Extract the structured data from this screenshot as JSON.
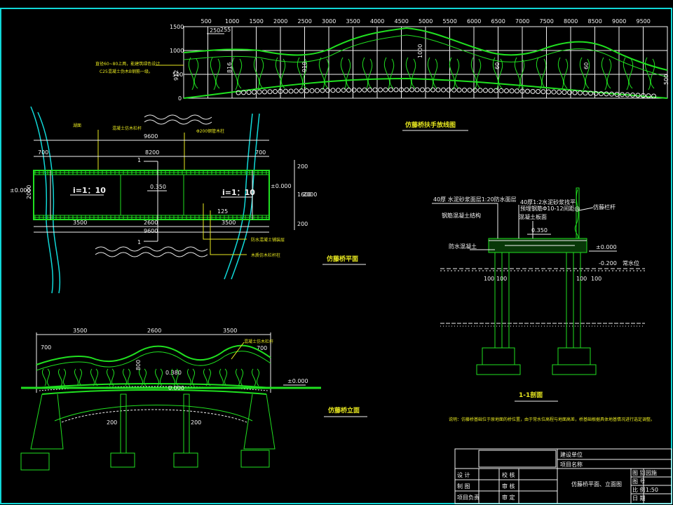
{
  "scale_labels": [
    "500",
    "1000",
    "1500",
    "2000",
    "2500",
    "3000",
    "3500",
    "4000",
    "4500",
    "5000",
    "5500",
    "6000",
    "6500",
    "7000",
    "7500",
    "8000",
    "8500",
    "9000",
    "9500"
  ],
  "y_labels": [
    "1500",
    "1000",
    "500",
    "0"
  ],
  "elevation_marks": {
    "m250": "250",
    "m255": "255",
    "m816": "816",
    "m1000": "1000",
    "m910": "910",
    "m200": "200",
    "m60_a": "60",
    "m60_b": "60",
    "m50": "500",
    "m_left": "912"
  },
  "elevation_note": [
    "直径60~80上两，能建筑绿色设计",
    "C25混凝土伪木B钢筋一级。"
  ],
  "plan": {
    "title": "仿藤桥平面",
    "water_label": "湖面",
    "note_top": "混凝土仿木栏杆",
    "pipe_label": "Φ200钢管木柱",
    "dims": {
      "total_top": "9600",
      "left": "700",
      "mid": "8200",
      "right": "700",
      "bot_left": "3500",
      "bot_mid": "2600",
      "bot_right": "3500",
      "total_bot": "9600",
      "d125": "125",
      "h200a": "200",
      "h1600": "1600",
      "h2000": "2000",
      "h200b": "200",
      "w2000": "2000"
    },
    "slope_left": "i=1：10",
    "slope_right": "i=1：10",
    "elev_mid": "0.350",
    "elev_left": "±0.000",
    "elev_right": "±0.000",
    "section_mark_top": "1",
    "section_mark_bot": "1",
    "callout_a": "防水混凝土铺装层",
    "callout_b": "木质仿木栏杆柱"
  },
  "elevation": {
    "title": "仿藤桥立面",
    "callout": "混凝土仿木栏杆",
    "dims": {
      "a": "3500",
      "b": "2600",
      "c": "3500",
      "d700a": "700",
      "d700b": "700",
      "d200a": "200",
      "d200b": "200",
      "e800": "800"
    },
    "elev_mid": "0.380",
    "elev_mid2": "0.000",
    "elev_zero": "±0.000"
  },
  "handrail": {
    "title": "仿藤桥扶手放线图"
  },
  "section": {
    "title": "1-1剖面",
    "notes": [
      "40厚 水泥砂浆面层1:20防水面层",
      "40厚1:2水泥砂浆找平",
      "预埋钢筋Φ10-12间距@",
      "钢筋混凝土结构",
      "混凝土板面",
      "防水混凝土"
    ],
    "railing": "仿藤栏杆",
    "elev_top": "0.350",
    "elev_zero": "±0.000",
    "elev_water": "-0.200",
    "water": "常水位",
    "dims": {
      "a": "100",
      "b": "100",
      "c": "100",
      "d": "100"
    }
  },
  "footnote": "说明：仿藤桥基础位于原地面的桥位置，由于常水位高程与地面高差，桥基础根据具体地基情况进行选定调整。",
  "title_block": {
    "unit_label": "建设单位",
    "project_label": "项目名称",
    "rows_left": [
      "设 计",
      "制 图",
      "项目负责"
    ],
    "rows_mid": [
      "校 核",
      "审 核",
      "审 定"
    ],
    "drawing_name": "仿藤桥平面、立面图",
    "right_labels": [
      "图 别",
      "图 号",
      "比 例",
      "日 期"
    ],
    "right_values": [
      "园施",
      "",
      "1:50",
      ""
    ]
  },
  "colors": {
    "background": "#000000",
    "structure": "#20e020",
    "river": "#10d8d8",
    "text": "#f2f2f2",
    "annotation": "#e8e820",
    "frame": "#10d8d8"
  }
}
